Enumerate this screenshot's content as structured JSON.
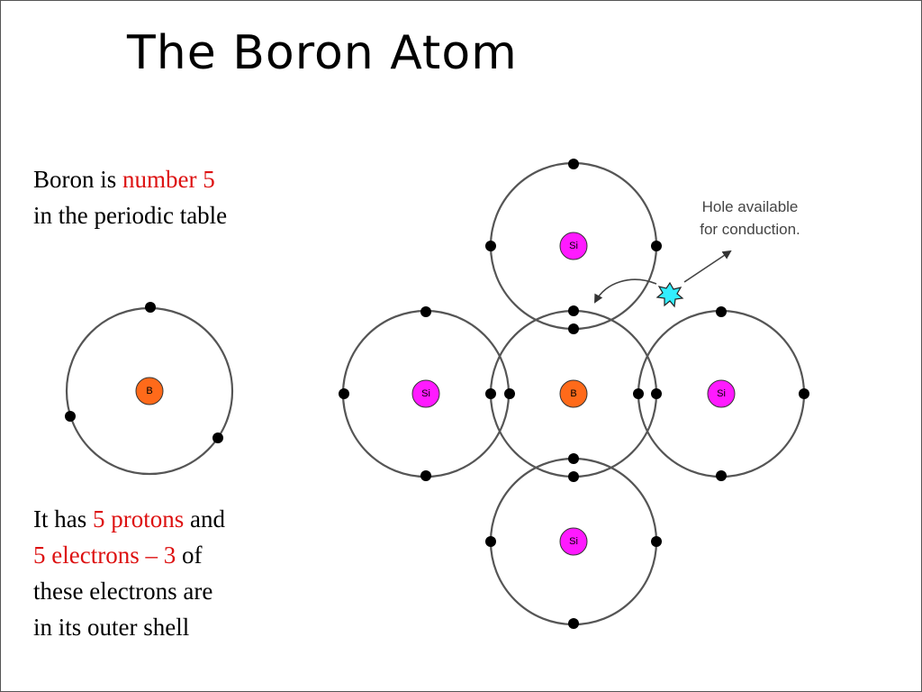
{
  "title": "The Boron Atom",
  "paragraph1": {
    "part1": "Boron is ",
    "highlight": "number 5",
    "part2": "in the periodic table"
  },
  "paragraph2": {
    "part1": "It has ",
    "highlight1": "5 protons",
    "part2": " and",
    "highlight2": "5 electrons – 3",
    "part3": " of",
    "line3": "these electrons are",
    "line4": "in its outer shell"
  },
  "diagram": {
    "boron_symbol": "B",
    "silicon_symbol": "Si",
    "callout_line1": "Hole available",
    "callout_line2": "for conduction.",
    "colors": {
      "boron": "#ff6a1a",
      "silicon": "#ff1aff",
      "text_highlight": "#dd1111",
      "hole_star": "#33eeff"
    }
  }
}
